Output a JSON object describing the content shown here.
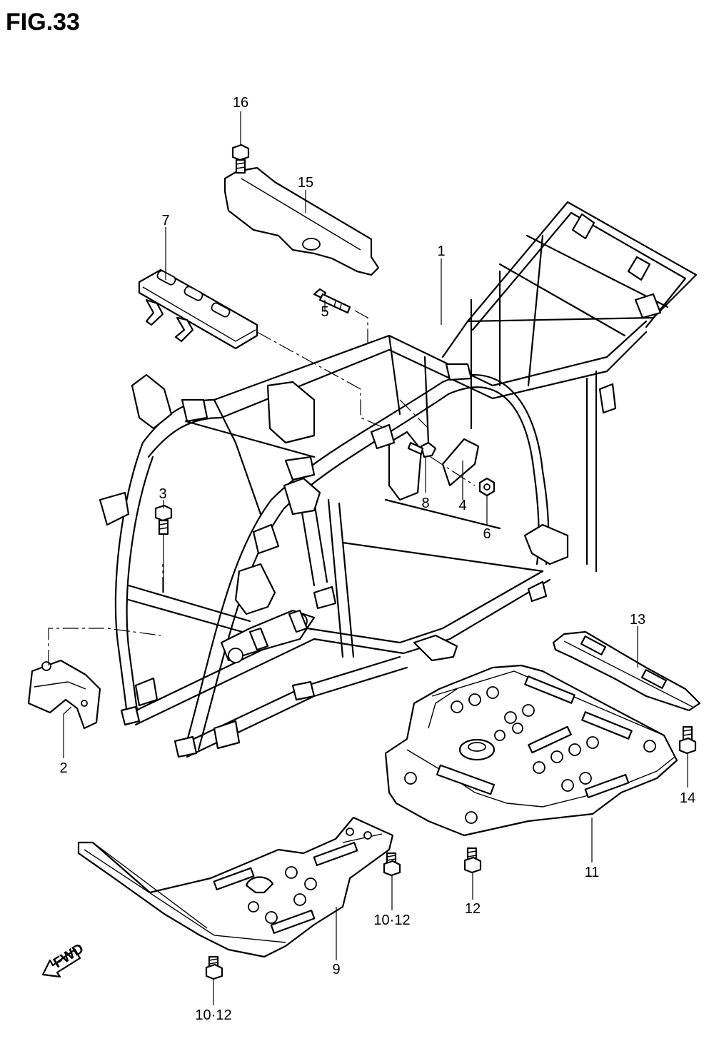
{
  "figure": {
    "title": "FIG.33",
    "fwd_label": "FWD"
  },
  "callouts": {
    "c1": "1",
    "c2": "2",
    "c3": "3",
    "c4": "4",
    "c5": "5",
    "c6": "6",
    "c7": "7",
    "c8": "8",
    "c9": "9",
    "c10_12_a": "10·12",
    "c10_12_b": "10·12",
    "c11": "11",
    "c12": "12",
    "c13": "13",
    "c14": "14",
    "c15": "15",
    "c16": "16"
  }
}
